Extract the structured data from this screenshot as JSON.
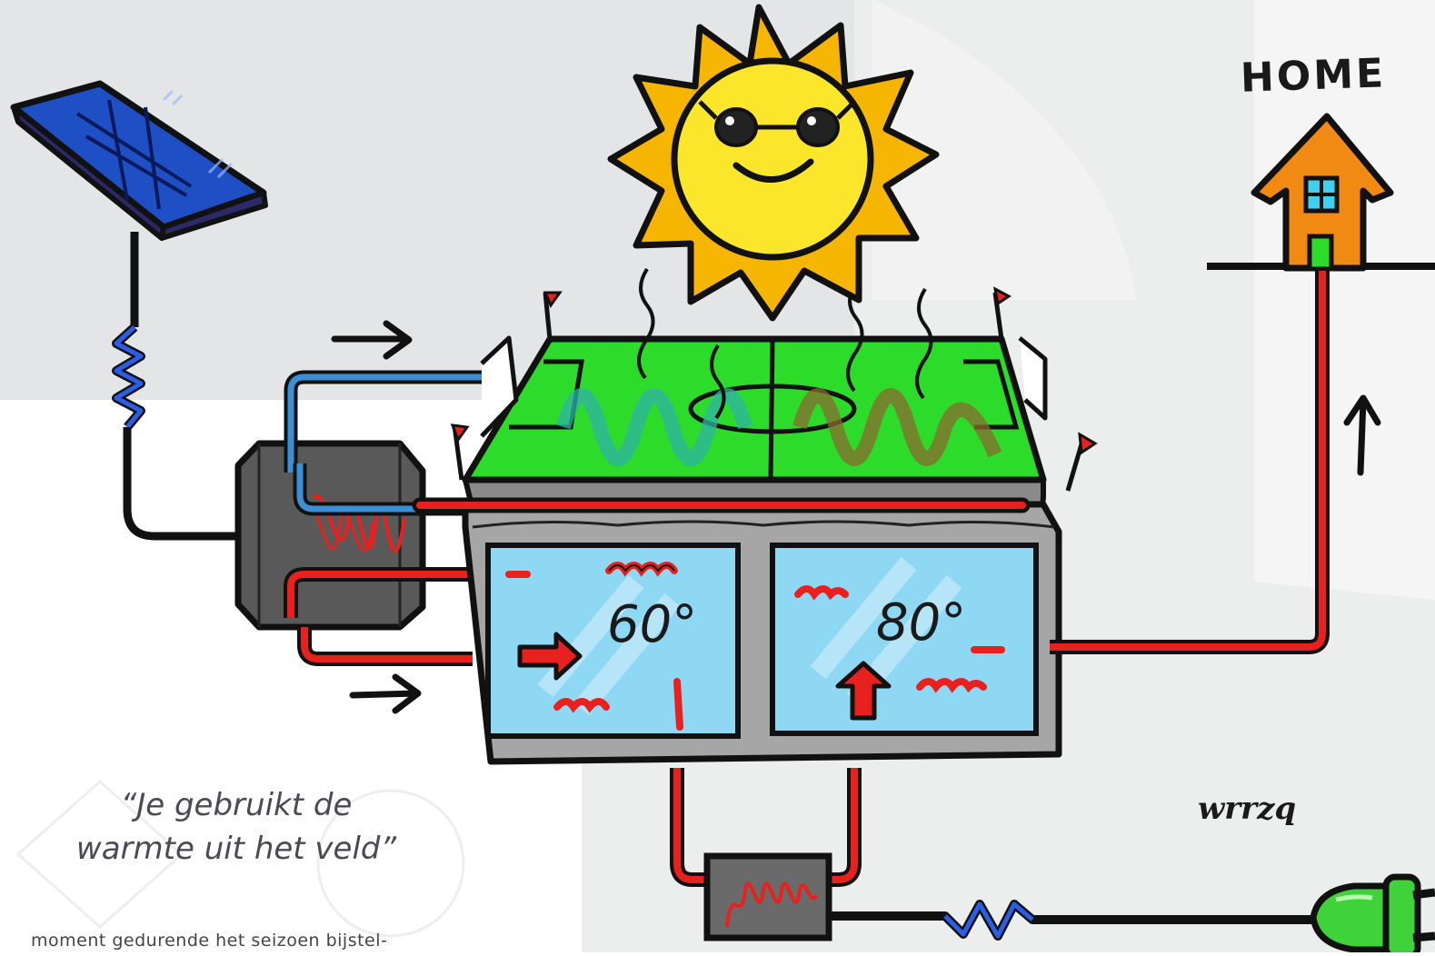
{
  "labels": {
    "home": "HOME",
    "temp_left": "60°",
    "temp_right": "80°",
    "signature": "wrrzq"
  },
  "quote": {
    "line1": "“Je gebruikt de",
    "line2": "warmte uit het veld”"
  },
  "caption": "moment gedurende het seizoen bijstel-",
  "colors": {
    "background_gray": "#e4e5e7",
    "pipe_red": "#e8201e",
    "pipe_blue": "#3a8fd6",
    "water": "#8fd8f4",
    "grass": "#2ddc2a",
    "sun": "#fbe62c",
    "sun_outer": "#f5b500",
    "panel": "#1f4fc4",
    "house": "#f08a12",
    "tank_gray": "#a6a6a6",
    "box_dark": "#555555",
    "plug": "#3fd23a"
  },
  "icons": [
    "solar-panel-icon",
    "sun-icon",
    "house-icon",
    "plug-icon",
    "flag-icon",
    "arrow-icon"
  ]
}
